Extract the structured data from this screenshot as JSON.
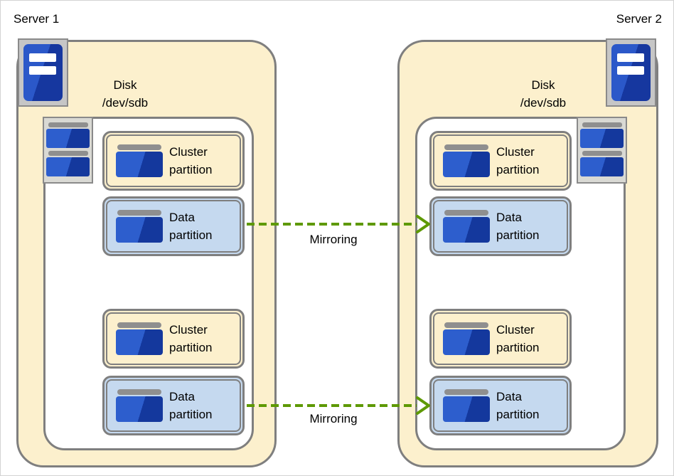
{
  "colors": {
    "container_fill": "#fcf0cd",
    "cluster_partition_fill": "#fcf0cd",
    "data_partition_fill": "#c5d9ef",
    "border_gray": "#7f7f7f",
    "icon_gray": "#8f8f8f",
    "icon_blue_light": "#2d5ecd",
    "icon_blue_dark": "#14389d",
    "arrow_green": "#5e9902"
  },
  "servers": [
    {
      "label": "Server 1",
      "disk_title": "Disk",
      "disk_device": "/dev/sdb",
      "partitions": [
        {
          "kind": "cluster",
          "label": "Cluster partition"
        },
        {
          "kind": "data",
          "label": "Data partition"
        },
        {
          "kind": "cluster",
          "label": "Cluster partition"
        },
        {
          "kind": "data",
          "label": "Data partition"
        }
      ]
    },
    {
      "label": "Server 2",
      "disk_title": "Disk",
      "disk_device": "/dev/sdb",
      "partitions": [
        {
          "kind": "cluster",
          "label": "Cluster partition"
        },
        {
          "kind": "data",
          "label": "Data partition"
        },
        {
          "kind": "cluster",
          "label": "Cluster partition"
        },
        {
          "kind": "data",
          "label": "Data partition"
        }
      ]
    }
  ],
  "arrows": [
    {
      "label": "Mirroring"
    },
    {
      "label": "Mirroring"
    }
  ]
}
